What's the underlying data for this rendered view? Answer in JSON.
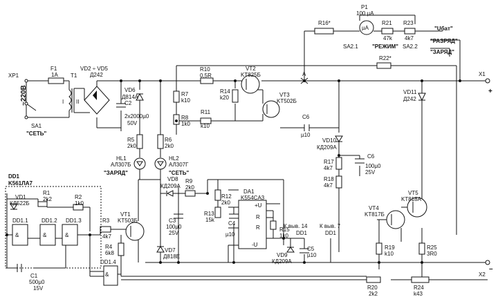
{
  "labels": {
    "XP1": "XP1",
    "F1": "F1",
    "F1v": "1A",
    "T1": "T1",
    "T1I": "I",
    "T1II": "II",
    "VD25": "VD2 ÷ VD5",
    "D242a": "Д242",
    "V220": "~220В",
    "SA1": "SA1",
    "set1": "\"СЕТЬ\"",
    "C2": "C2",
    "C2v": "2х2000µ0",
    "C2v2": "50V",
    "VD6": "VD6",
    "VD6v": "Д814А",
    "R5": "R5",
    "R5v": "2k0",
    "R6": "R6",
    "R6v": "2k0",
    "R7": "R7",
    "R7v": "k10",
    "R8": "R8",
    "R8v": "1k0",
    "R10": "R10",
    "R10v": "0,5R",
    "VT2": "VT2",
    "VT2v": "KT825Б",
    "R14": "R14",
    "R14v": "k20",
    "VT3": "VT3",
    "VT3v": "KT502Б",
    "R11": "R11",
    "R11v": "k10",
    "C6a": "C6",
    "C6av": "µ10",
    "ptA": "A",
    "X1": "X1",
    "plus": "+",
    "P1": "P1",
    "P1v": "100 µA",
    "P1sym": "µA",
    "R16": "R16*",
    "R21": "R21",
    "R21v": "47k",
    "R23": "R23",
    "R23v": "4k7",
    "Ubat": "\"Uбат\"",
    "razr": "\"РАЗРЯД\"",
    "zar": "\"ЗАРЯД\"",
    "SA21": "SA2.1",
    "rezh": "\"РЕЖИМ\"",
    "SA22": "SA2.2",
    "R22": "R22*",
    "VD11": "VD11",
    "VD11v": "Д242",
    "VD10": "VD10",
    "VD10v": "КД209А",
    "C6b": "C6",
    "C6bv": "100µ0",
    "C6bv2": "25V",
    "R17": "R17",
    "R17v": "4k7",
    "R18": "R18",
    "R18v": "4k7",
    "HL1": "HL1",
    "HL1v": "АЛ307Б",
    "zar2": "\"ЗАРЯД\"",
    "HL2": "HL2",
    "HL2v": "АЛ307Г",
    "set2": "\"СЕТЬ\"",
    "VD8": "VD8",
    "VD8v": "КД209А",
    "R9": "R9",
    "R9v": "2k0",
    "DD1": "DD1",
    "DD1v": "K561ЛА7",
    "VD1": "VD1",
    "VD1v": "КД522Б",
    "R1": "R1",
    "R1v": "2k2",
    "R2": "R2",
    "R2v": "1k0",
    "DD11": "DD1.1",
    "DD12": "DD1.2",
    "DD13": "DD1.3",
    "DD14": "DD1.4",
    "C1": "C1",
    "C1v": "500µ0",
    "C1v2": "15V",
    "R3": "R3",
    "R3v": "4k7",
    "VT1": "VT1",
    "VT1v": "KT503Б",
    "R4": "R4",
    "R4v": "6k8",
    "C3": "C3",
    "C3v": "100µ0",
    "C3v2": "25V",
    "VD7": "VD7",
    "VD7v": "Д818Е",
    "R12": "R12",
    "R12v": "2k0",
    "R13": "R13",
    "R13v": "15k",
    "C4": "C4",
    "C4v": "µ10",
    "DA1": "DA1",
    "DA1v": "K554CA3",
    "R15": "R15",
    "R15v": "1k0",
    "VD9": "VD9",
    "VD9v": "КД209А",
    "C5": "C5",
    "C5v": "µ10",
    "pin14": "К выв. 14",
    "pin7": "К выв. 7",
    "dd1a": "DD1",
    "dd1b": "DD1",
    "VT4": "VT4",
    "VT4v": "KT817Б",
    "VT5": "VT5",
    "VT5v": "KT818А",
    "R19": "R19",
    "R19v": "k10",
    "R25": "R25",
    "R25v": "3R0",
    "R20": "R20",
    "R20v": "2k2",
    "R24": "R24",
    "R24v": "k43",
    "X2": "X2",
    "minus": "–",
    "ampR": "R",
    "ampU1": "+U",
    "ampU2": "-U",
    "ampRl": "R",
    "amp": "&"
  }
}
